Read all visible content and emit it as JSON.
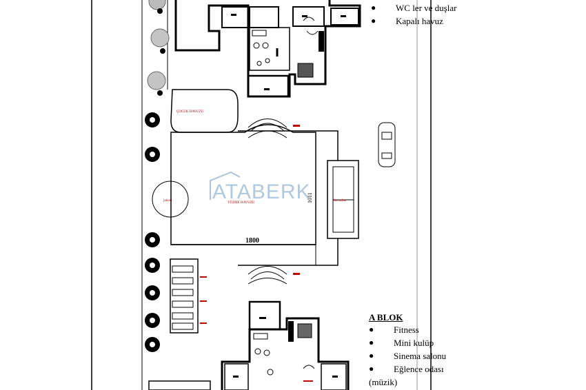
{
  "top_legend": {
    "items": [
      "WC ler ve duşlar",
      "Kapalı havuz"
    ]
  },
  "a_blok": {
    "title": "A BLOK",
    "items": [
      "Fitness",
      "Mini kulüp",
      "Sinema salonu",
      "Eğlence odası",
      "(müzik)"
    ]
  },
  "watermark": "ATABERK",
  "dimension_label": "1800",
  "side_dimension": "1011",
  "red_labels": {
    "pool_top": "ÇOCUK HAVUZU",
    "pool_main": "YÜZME HAVUZU",
    "jakuzi": "jakuzi",
    "deck_room": "havuzbar"
  },
  "colors": {
    "line": "#000000",
    "red_label": "#c00000",
    "watermark": "#6f9cc4",
    "tree": "#9a9a9a"
  }
}
